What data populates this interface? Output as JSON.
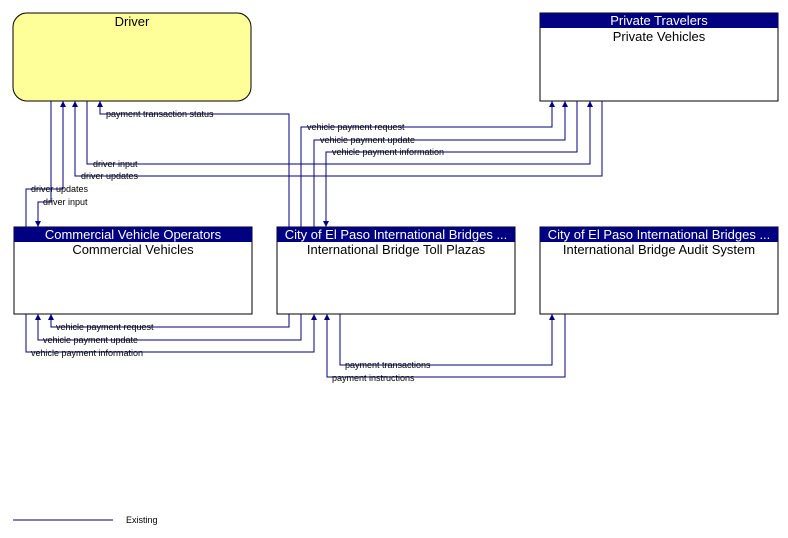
{
  "nodes": {
    "driver": {
      "title": "Driver"
    },
    "private_travelers": {
      "header": "Private Travelers",
      "title": "Private Vehicles"
    },
    "commercial": {
      "header": "Commercial Vehicle Operators",
      "title": "Commercial Vehicles"
    },
    "toll_plazas": {
      "header": "City of El Paso International Bridges ...",
      "title": "International Bridge Toll Plazas"
    },
    "audit_system": {
      "header": "City of El Paso International Bridges ...",
      "title": "International Bridge Audit System"
    }
  },
  "flows": {
    "payment_transaction_status": "payment transaction status",
    "pv_vehicle_payment_request": "vehicle payment request",
    "pv_vehicle_payment_update": "vehicle payment update",
    "pv_vehicle_payment_information": "vehicle payment information",
    "pv_driver_input": "driver input",
    "pv_driver_updates": "driver updates",
    "cv_driver_updates": "driver updates",
    "cv_driver_input": "driver input",
    "cv_vehicle_payment_request": "vehicle payment request",
    "cv_vehicle_payment_update": "vehicle payment update",
    "cv_vehicle_payment_information": "vehicle payment information",
    "payment_transactions": "payment transactions",
    "payment_instructions": "payment instructions"
  },
  "legend": {
    "existing": "Existing"
  },
  "colors": {
    "driver_fill": "#ffff99",
    "header_fill": "#000080",
    "line": "#000080"
  }
}
